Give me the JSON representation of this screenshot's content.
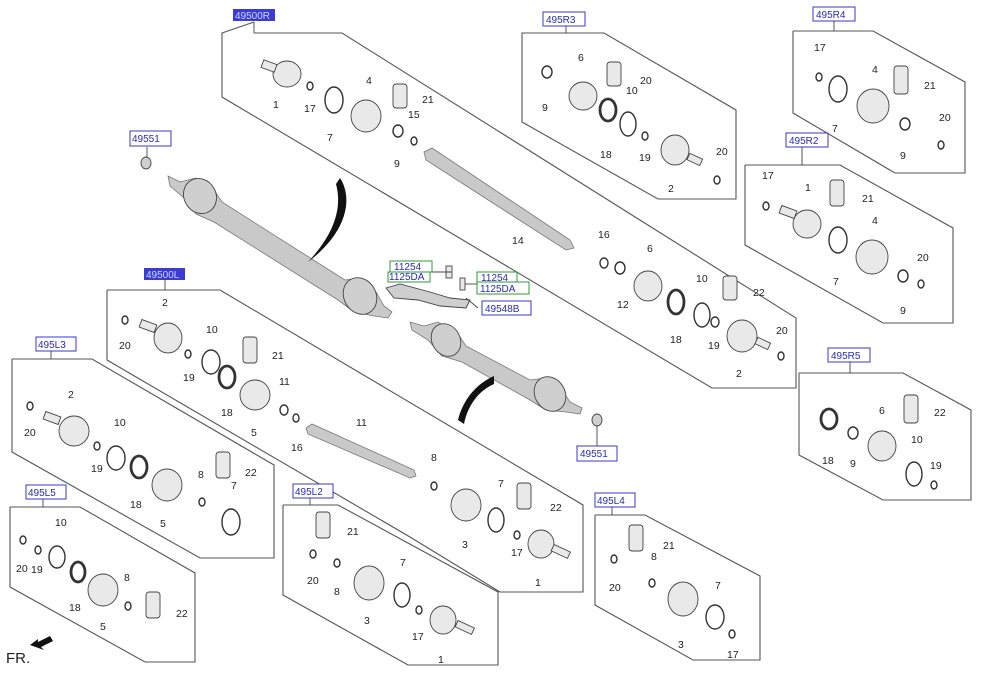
{
  "diagram": {
    "title": "Drive Shaft Assembly - Exploded Parts Diagram",
    "orientation_label": "FR.",
    "orientation_icon": "front-arrow-icon"
  },
  "refs": {
    "r49500R": "49500R",
    "r49500L": "49500L",
    "r495R3": "495R3",
    "r495R4": "495R4",
    "r495R2": "495R2",
    "r495R5": "495R5",
    "r495L3": "495L3",
    "r495L5": "495L5",
    "r495L2": "495L2",
    "r495L4": "495L4",
    "r49551a": "49551",
    "r49551b": "49551",
    "r49548B": "49548B",
    "bolt1_a": "11254",
    "bolt1_b": "1125DA",
    "bolt2_a": "11254",
    "bolt2_b": "1125DA"
  },
  "groups": {
    "g49500R": {
      "parts": [
        "1",
        "17",
        "7",
        "4",
        "21",
        "15",
        "9",
        "14",
        "16",
        "12",
        "6",
        "18",
        "10",
        "22",
        "19",
        "2",
        "20"
      ]
    },
    "g49500L": {
      "parts": [
        "2",
        "20",
        "19",
        "10",
        "21",
        "18",
        "5",
        "11",
        "16",
        "11",
        "8",
        "3",
        "7",
        "22",
        "17",
        "1"
      ]
    },
    "g495R3": {
      "parts": [
        "6",
        "9",
        "20",
        "10",
        "18",
        "19",
        "2",
        "20"
      ]
    },
    "g495R4": {
      "parts": [
        "17",
        "4",
        "21",
        "7",
        "9",
        "20"
      ]
    },
    "g495R2": {
      "parts": [
        "17",
        "1",
        "21",
        "4",
        "7",
        "20",
        "9"
      ]
    },
    "g495R5": {
      "parts": [
        "6",
        "22",
        "18",
        "9",
        "10",
        "19"
      ]
    },
    "g495L3": {
      "parts": [
        "2",
        "20",
        "10",
        "19",
        "18",
        "5",
        "8",
        "22",
        "7"
      ]
    },
    "g495L5": {
      "parts": [
        "10",
        "20",
        "19",
        "18",
        "8",
        "5",
        "22"
      ]
    },
    "g495L2": {
      "parts": [
        "21",
        "20",
        "8",
        "7",
        "3",
        "17",
        "1"
      ]
    },
    "g495L4": {
      "parts": [
        "21",
        "8",
        "20",
        "7",
        "3",
        "17"
      ]
    }
  },
  "labels": {
    "n1": "1",
    "n2": "2",
    "n3": "3",
    "n4": "4",
    "n5": "5",
    "n6": "6",
    "n7": "7",
    "n8": "8",
    "n9": "9",
    "n10": "10",
    "n11": "11",
    "n12": "12",
    "n14": "14",
    "n15": "15",
    "n16": "16",
    "n17": "17",
    "n18": "18",
    "n19": "19",
    "n20": "20",
    "n21": "21",
    "n22": "22"
  }
}
